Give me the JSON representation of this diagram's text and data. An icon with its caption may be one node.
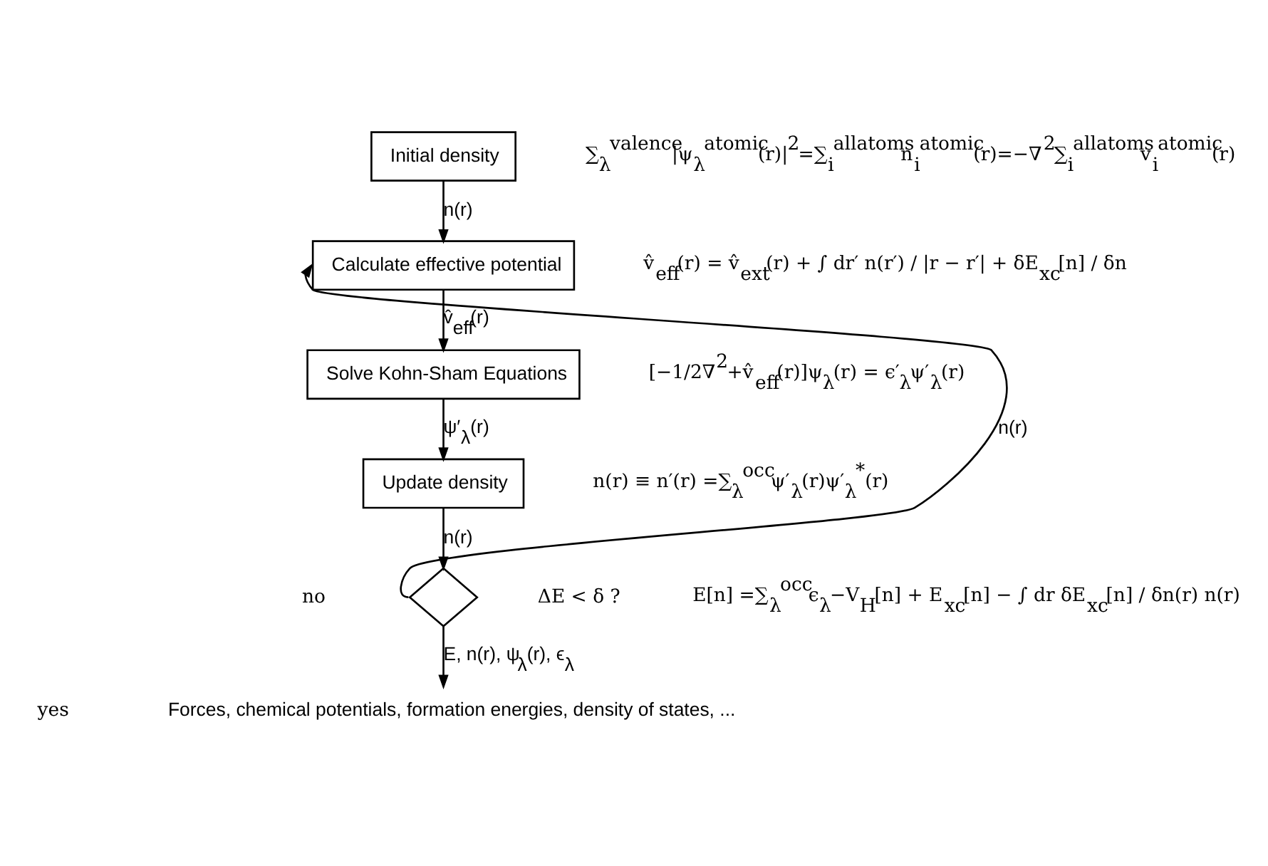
{
  "diagram": {
    "nodes": [
      {
        "text": [
          "Initial density"
        ]
      },
      {
        "text": [
          "Calculate effective potential"
        ]
      },
      {
        "text": [
          "Solve Kohn-Sham Equations"
        ]
      },
      {
        "text": [
          "Update density"
        ]
      },
      {
        "text": [],
        "shape": "diamond",
        "beside": [
          "ΔE < δ ?"
        ]
      },
      {
        "text": [
          "Forces, chemical potentials, formation energies, density of states, ..."
        ]
      }
    ],
    "edges": [
      {
        "from": 0,
        "to": 1,
        "arrow": "to",
        "label": "n(r)"
      },
      {
        "from": 1,
        "to": 2,
        "arrow": "to",
        "label": "v̂$_{eff}$(r)"
      },
      {
        "from": 2,
        "to": 3,
        "arrow": "to",
        "label": "ψ′$_{λ}$(r)"
      },
      {
        "from": 3,
        "to": 4,
        "arrow": "to",
        "label": "n(r)"
      },
      {
        "from": 4,
        "to": 1,
        "arrow": "to",
        "label": "n(r)"
      },
      {
        "from": 4,
        "to": 5,
        "arrow": "to",
        "label": "E, n(r), ψ$_{λ}$(r), ϵ$_{λ}$"
      }
    ],
    "labels": [
      "∑$_{λ}$$^{valence}$|ψ$_{λ}$$^{atomic}$(r)|$^{2}$=∑$_{i}$$^{allatoms}$n$_{i}$$^{atomic}$(r)=−∇$^{2}$∑$_{i}$$^{allatoms}$v$_{i}$$^{atomic}$(r)",
      "v̂$_{eff}$(r) = v̂$_{ext}$(r) + ∫ dr′ n(r′) / |r − r′| + δE$_{xc}$[n] / δn",
      "[−1/2∇$^{2}$+v̂$_{eff}$(r)]ψ$_{λ}$(r) = ϵ′$_{λ}$ψ′$_{λ}$(r)",
      "n(r) ≡ n′(r) =∑$_{λ}$$^{occ}$ψ′$_{λ}$(r)ψ′$_{λ}$$^{*}$(r)",
      "no",
      "E[n] =∑$_{λ}$$^{occ}$ϵ$_{λ}$−V$_{H}$[n] + E$_{xc}$[n] − ∫ dr δE$_{xc}$[n] / δn(r) n(r)",
      "yes"
    ]
  }
}
